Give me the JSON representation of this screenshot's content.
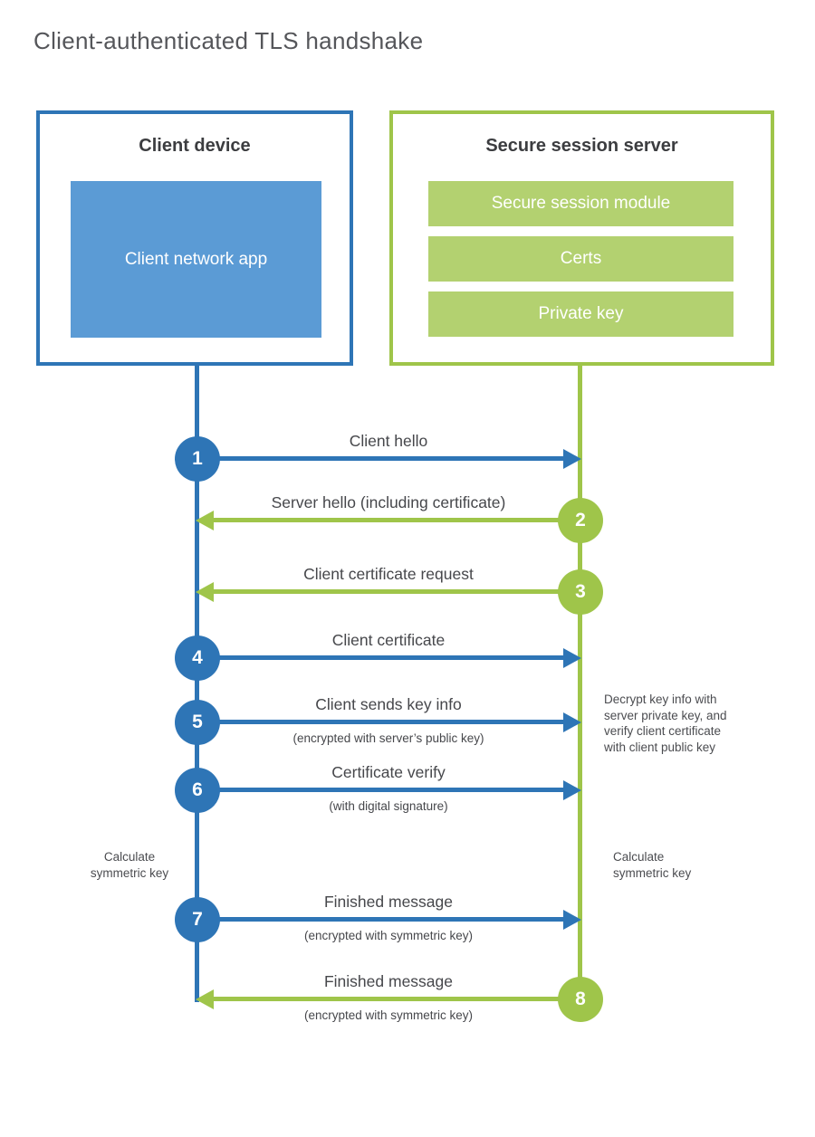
{
  "title": "Client-authenticated TLS handshake",
  "colors": {
    "blue": "#2E75B6",
    "blue_light": "#5B9BD5",
    "green": "#9FC54A",
    "green_light": "#B3D170",
    "label_text": "#46474B",
    "title_text": "#55565A"
  },
  "client_box": {
    "title": "Client device",
    "app_label": "Client network app"
  },
  "server_box": {
    "title": "Secure session server",
    "modules": [
      "Secure session module",
      "Certs",
      "Private key"
    ]
  },
  "steps": [
    {
      "num": "1",
      "label": "Client hello",
      "sublabel": "",
      "direction": "right",
      "color": "blue"
    },
    {
      "num": "2",
      "label": "Server hello (including certificate)",
      "sublabel": "",
      "direction": "left",
      "color": "green"
    },
    {
      "num": "3",
      "label": "Client certificate request",
      "sublabel": "",
      "direction": "left",
      "color": "green"
    },
    {
      "num": "4",
      "label": "Client certificate",
      "sublabel": "",
      "direction": "right",
      "color": "blue"
    },
    {
      "num": "5",
      "label": "Client sends key info",
      "sublabel": "(encrypted with server’s public key)",
      "direction": "right",
      "color": "blue"
    },
    {
      "num": "6",
      "label": "Certificate verify",
      "sublabel": "(with digital signature)",
      "direction": "right",
      "color": "blue"
    },
    {
      "num": "7",
      "label": "Finished message",
      "sublabel": "(encrypted with symmetric key)",
      "direction": "right",
      "color": "blue"
    },
    {
      "num": "8",
      "label": "Finished message",
      "sublabel": "(encrypted with symmetric key)",
      "direction": "left",
      "color": "green"
    }
  ],
  "annotations": {
    "decrypt_note": "Decrypt key info with server private key, and verify client certificate with client public key",
    "calc_left": "Calculate symmetric key",
    "calc_right": "Calculate symmetric key"
  }
}
